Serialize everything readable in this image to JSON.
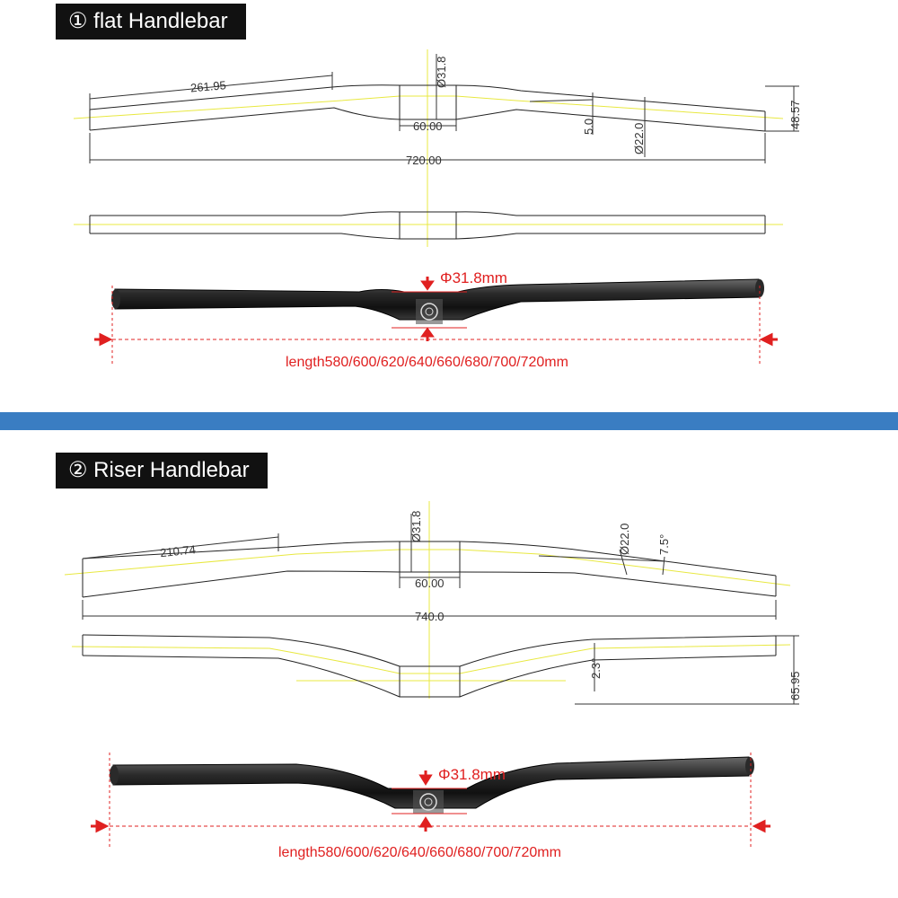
{
  "sections": [
    {
      "title": "① flat Handlebar",
      "dims": {
        "grip_len": "261.95",
        "clamp_dia": "Ø31.8",
        "clamp_width": "60.00",
        "taper": "5.0",
        "grip_dia": "Ø22.0",
        "rise": "48.57",
        "width": "720.00"
      },
      "photo_label": "Φ31.8mm",
      "length_label": "length580/600/620/640/660/680/700/720mm"
    },
    {
      "title": "② Riser Handlebar",
      "dims": {
        "grip_len": "210.74",
        "clamp_dia": "Ø31.8",
        "clamp_width": "60.00",
        "grip_dia": "Ø22.0",
        "sweep": "7.5°",
        "width": "740.0",
        "upsweep": "2.3°",
        "rise": "65.95"
      },
      "photo_label": "Φ31.8mm",
      "length_label": "length580/600/620/640/660/680/700/720mm"
    }
  ],
  "colors": {
    "band": "#3a7dc2",
    "accent": "#e02020",
    "centerline": "#e8e840",
    "bar": "#1a1a1a"
  }
}
